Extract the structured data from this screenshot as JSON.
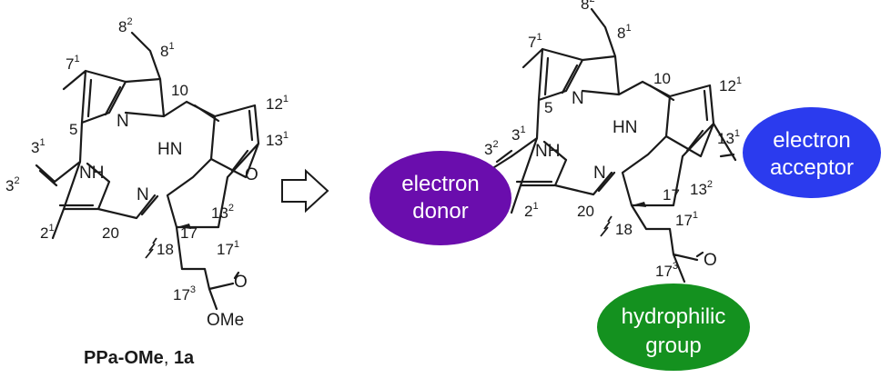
{
  "compound_label": {
    "name": "PPa-OMe",
    "sep": ", ",
    "id": "1a"
  },
  "atoms": {
    "n": "N",
    "hn": "HN",
    "nh": "NH",
    "o": "O",
    "ome": "OMe"
  },
  "locants": {
    "c8": "8",
    "c8s": "2",
    "c81": "8",
    "c81s": "1",
    "c7": "7",
    "c7s": "1",
    "c10": "10",
    "c5": "5",
    "c12": "12",
    "c12s": "1",
    "c13": "13",
    "c13s": "1",
    "c3": "3",
    "c3s": "1",
    "c32": "3",
    "c32s": "2",
    "c2": "2",
    "c2s": "1",
    "c20": "20",
    "c18": "18",
    "c17": "17",
    "c171": "17",
    "c171s": "1",
    "c132": "13",
    "c132s": "2",
    "c173": "17",
    "c173s": "3"
  },
  "labels": {
    "donor": [
      "electron",
      "donor"
    ],
    "acceptor": [
      "electron",
      "acceptor"
    ],
    "hydrophilic": [
      "hydrophilic",
      "group"
    ]
  },
  "colors": {
    "donor": "#6a0dad",
    "acceptor": "#2b3bee",
    "hydrophilic": "#14911f"
  },
  "arrow": "hollow-right-arrow"
}
